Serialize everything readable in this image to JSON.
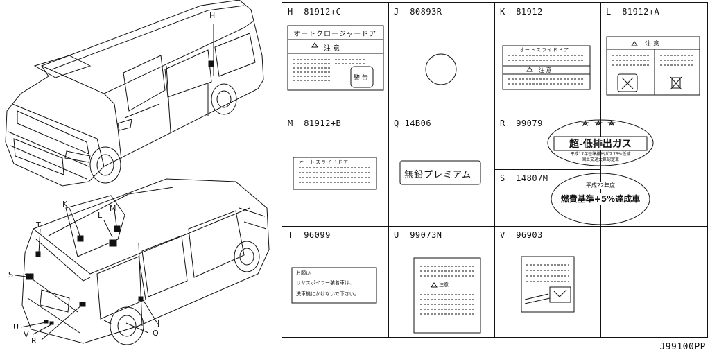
{
  "diagram": {
    "reference_code": "J99100PP",
    "vehicle_callouts": {
      "front_view": [
        "H"
      ],
      "rear_view": [
        "K",
        "L",
        "M",
        "T",
        "S",
        "U",
        "V",
        "R",
        "J",
        "Q"
      ]
    },
    "cells": [
      {
        "id": "H",
        "part_no": "81912+C",
        "label_text": [
          "オートクロージャードア",
          "注 意",
          "警 告"
        ]
      },
      {
        "id": "J",
        "part_no": "80893R",
        "label_text": []
      },
      {
        "id": "K",
        "part_no": "81912",
        "label_text": [
          "オートスライドドア",
          "注 意"
        ]
      },
      {
        "id": "L",
        "part_no": "81912+A",
        "label_text": [
          "注  意"
        ]
      },
      {
        "id": "M",
        "part_no": "81912+B",
        "label_text": [
          "オートスライドドア"
        ]
      },
      {
        "id": "Q",
        "part_no": "14B06",
        "label_text": [
          "無鉛プレミアム"
        ]
      },
      {
        "id": "R",
        "part_no": "99079",
        "label_text": [
          "超-低排出ガス",
          "平成17年基準排出ガス75%低減",
          "国土交通大臣認定車"
        ]
      },
      {
        "id": "S",
        "part_no": "14807M",
        "label_text": [
          "平成22年度",
          "燃費基準+5%達成車"
        ]
      },
      {
        "id": "T",
        "part_no": "96099",
        "label_text": [
          "お願い",
          "リヤスポイラー装着車は、",
          "洗車機にかけないで下さい。"
        ]
      },
      {
        "id": "U",
        "part_no": "99073N",
        "label_text": [
          "注意"
        ]
      },
      {
        "id": "V",
        "part_no": "96903",
        "label_text": []
      }
    ]
  }
}
